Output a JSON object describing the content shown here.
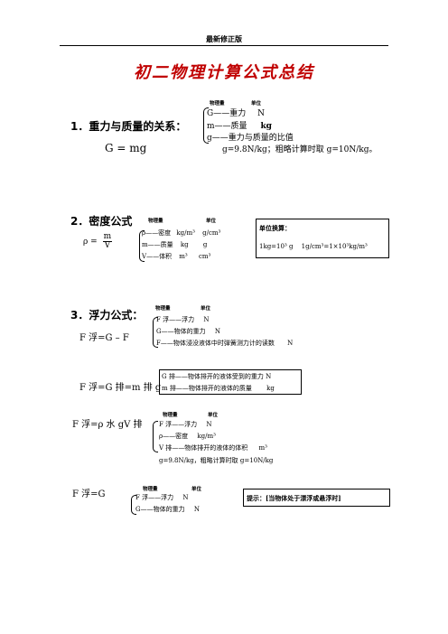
{
  "header": "最新修正版",
  "title": "初二物理计算公式总结",
  "col_quantity": "物理量",
  "col_unit": "单位",
  "sec1": {
    "heading": "1．重力与质量的关系：",
    "formula": "G = mg",
    "rows": [
      {
        "sym": "G",
        "name": "——重力",
        "unit": "N"
      },
      {
        "sym": "m",
        "name": "——质量",
        "unit": "kg"
      },
      {
        "sym": "g",
        "name": "——重力与质量的比值",
        "unit": ""
      }
    ],
    "note": "g=9.8N/kg；粗略计算时取 g=10N/kg。"
  },
  "sec2": {
    "heading": "2．密度公式",
    "rho": "ρ =",
    "num": "m",
    "den": "V",
    "rows": [
      {
        "sym": "ρ",
        "name": "——密度",
        "unit1": "kg/m³",
        "unit2": "g/cm³"
      },
      {
        "sym": "m",
        "name": "——质量",
        "unit1": "kg",
        "unit2": "g"
      },
      {
        "sym": "V",
        "name": "——体积",
        "unit1": "m³",
        "unit2": "cm³"
      }
    ],
    "box_title": "单位换算：",
    "box_text": "1kg=10³ g　 1g/cm³=1×10³kg/m³"
  },
  "sec3": {
    "heading": "3．浮力公式：",
    "f1": {
      "formula": "F 浮=G – F",
      "rows": [
        {
          "sym": "F 浮",
          "name": "——浮力",
          "unit": "N"
        },
        {
          "sym": "G",
          "name": "——物体的重力",
          "unit": "N"
        },
        {
          "sym": "F",
          "name": "——物体浸没液体中时弹簧测力计的读数",
          "unit": "N"
        }
      ]
    },
    "f2": {
      "formula": "F 浮=G 排=m 排 g",
      "rows": [
        {
          "sym": "G 排",
          "name": "——物体排开的液体受到的重力",
          "unit": "N"
        },
        {
          "sym": "m 排",
          "name": "——物体排开的液体的质量",
          "unit": "kg"
        }
      ]
    },
    "f3": {
      "formula": "F 浮=ρ 水 gV 排",
      "rows": [
        {
          "sym": "F 浮",
          "name": "——浮力",
          "unit": "N"
        },
        {
          "sym": "ρ",
          "name": "——密度",
          "unit": "kg/m³"
        },
        {
          "sym": "V 排",
          "name": "——物体排开的液体的体积",
          "unit": "m³"
        }
      ],
      "note": "g=9.8N/kg，粗略计算时取 g=10N/kg"
    },
    "f4": {
      "formula": "F 浮=G",
      "rows": [
        {
          "sym": "F 浮",
          "name": "——浮力",
          "unit": "N"
        },
        {
          "sym": "G",
          "name": "——物体的重力",
          "unit": "N"
        }
      ],
      "hint": "提示：[当物体处于漂浮或悬浮时]"
    }
  }
}
